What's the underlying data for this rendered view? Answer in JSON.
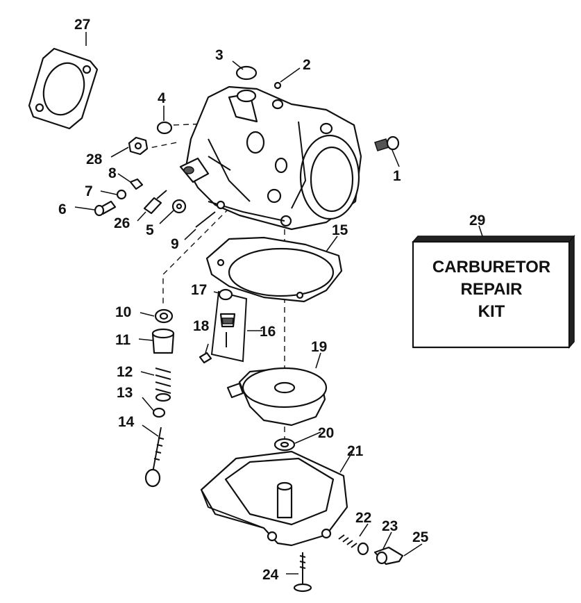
{
  "callouts": [
    "1",
    "2",
    "3",
    "4",
    "5",
    "6",
    "7",
    "8",
    "9",
    "10",
    "11",
    "12",
    "13",
    "14",
    "15",
    "16",
    "17",
    "18",
    "19",
    "20",
    "21",
    "22",
    "23",
    "24",
    "25",
    "26",
    "27",
    "28",
    "29"
  ],
  "kit_box": {
    "line1": "CARBURETOR",
    "line2": "REPAIR",
    "line3": "KIT"
  },
  "colors": {
    "ink": "#111111",
    "paper": "#ffffff"
  }
}
